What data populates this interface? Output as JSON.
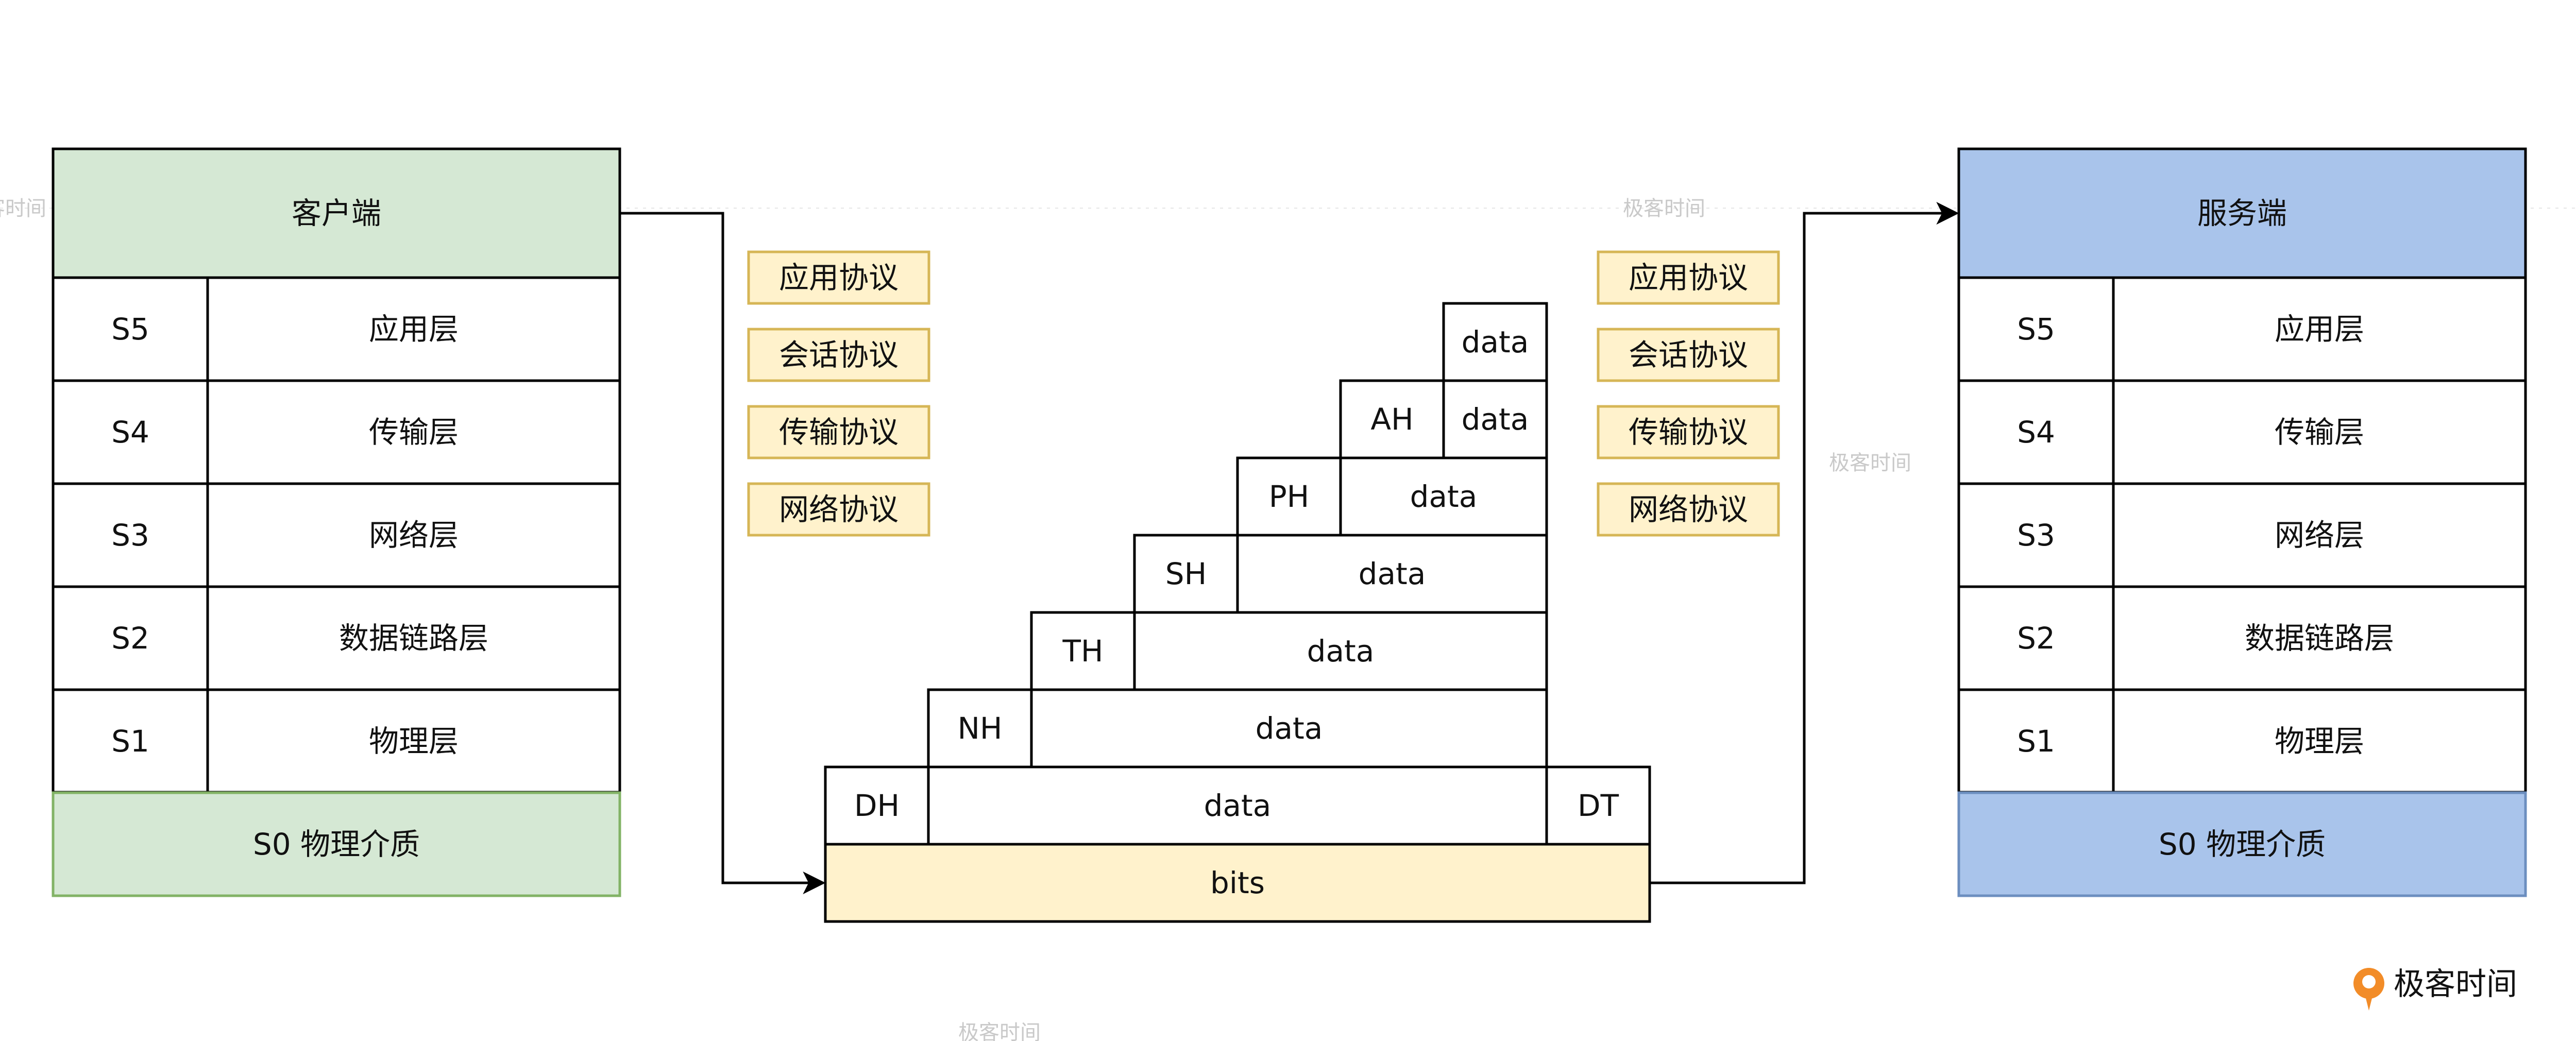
{
  "colors": {
    "client_header": "#d5e8d4",
    "client_border": "#82b366",
    "server_header": "#a9c4eb",
    "server_border": "#6c8ebf",
    "protocol_fill": "#fff2cc",
    "protocol_border": "#d6b656",
    "bits_fill": "#fff2cc",
    "stroke": "#000000",
    "watermark": "#c9c9c9",
    "logo_orange": "#f28c28"
  },
  "client": {
    "title": "客户端",
    "layers": [
      {
        "id": "S5",
        "name": "应用层"
      },
      {
        "id": "S4",
        "name": "传输层"
      },
      {
        "id": "S3",
        "name": "网络层"
      },
      {
        "id": "S2",
        "name": "数据链路层"
      },
      {
        "id": "S1",
        "name": "物理层"
      }
    ],
    "medium": "S0 物理介质"
  },
  "server": {
    "title": "服务端",
    "layers": [
      {
        "id": "S5",
        "name": "应用层"
      },
      {
        "id": "S4",
        "name": "传输层"
      },
      {
        "id": "S3",
        "name": "网络层"
      },
      {
        "id": "S2",
        "name": "数据链路层"
      },
      {
        "id": "S1",
        "name": "物理层"
      }
    ],
    "medium": "S0 物理介质"
  },
  "protocols_left": [
    "应用协议",
    "会话协议",
    "传输协议",
    "网络协议"
  ],
  "protocols_right": [
    "应用协议",
    "会话协议",
    "传输协议",
    "网络协议"
  ],
  "encapsulation": {
    "data": "data",
    "headers": [
      "AH",
      "PH",
      "SH",
      "TH",
      "NH",
      "DH"
    ],
    "trailer": "DT",
    "bits": "bits"
  },
  "watermark": {
    "text": "极客时间"
  },
  "logo": {
    "text": "极客时间"
  }
}
